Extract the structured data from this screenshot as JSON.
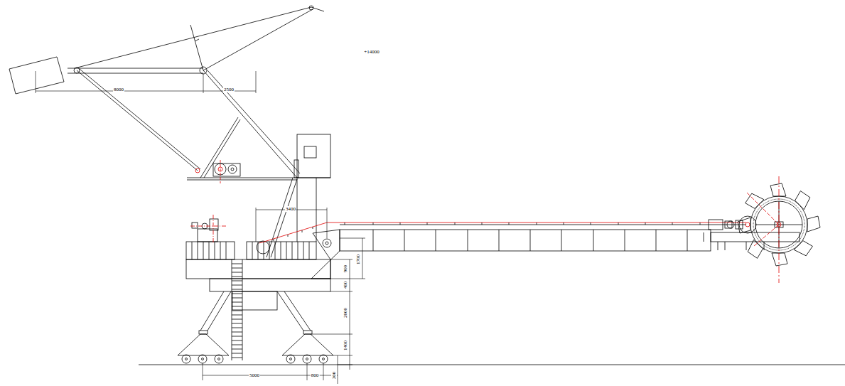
{
  "diagram": {
    "labels": [
      "+14000",
      "8000",
      "2500",
      "3400",
      "900",
      "1700",
      "400",
      "2000",
      "1400",
      "5000",
      "800",
      "300"
    ]
  }
}
